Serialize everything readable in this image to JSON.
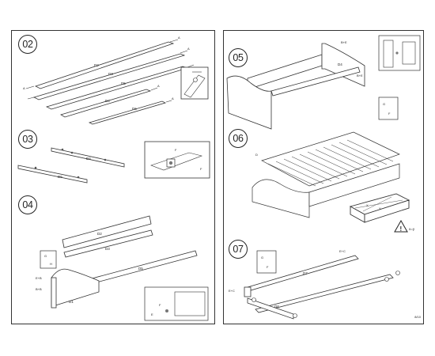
{
  "left_panel": {
    "steps": [
      {
        "number": "02",
        "parts": [
          "D2",
          "D3",
          "D5",
          "D4",
          "D6"
        ],
        "hardware": [
          "A",
          "A",
          "A",
          "A",
          "A"
        ]
      },
      {
        "number": "03",
        "parts": [
          "D4",
          "D6"
        ],
        "hardware": [
          "F",
          "F"
        ]
      },
      {
        "number": "04",
        "parts": [
          "D2",
          "D3",
          "D1",
          "D5"
        ],
        "hardware": [
          "G",
          "H",
          "E",
          "F",
          "E+B",
          "B+B"
        ]
      }
    ]
  },
  "right_panel": {
    "steps": [
      {
        "number": "05",
        "parts": [
          "D4"
        ],
        "hardware": [
          "B+E",
          "B+E",
          "G",
          "F"
        ]
      },
      {
        "number": "06",
        "parts": [
          "D"
        ],
        "note": "x=y",
        "hardware": [
          "X",
          "Y"
        ]
      },
      {
        "number": "07",
        "parts": [
          "D7",
          "D8"
        ],
        "hardware": [
          "E+C",
          "E+C",
          "G",
          "F"
        ]
      }
    ],
    "page_number": "8/10"
  },
  "warning_icon": "warning-triangle-icon"
}
